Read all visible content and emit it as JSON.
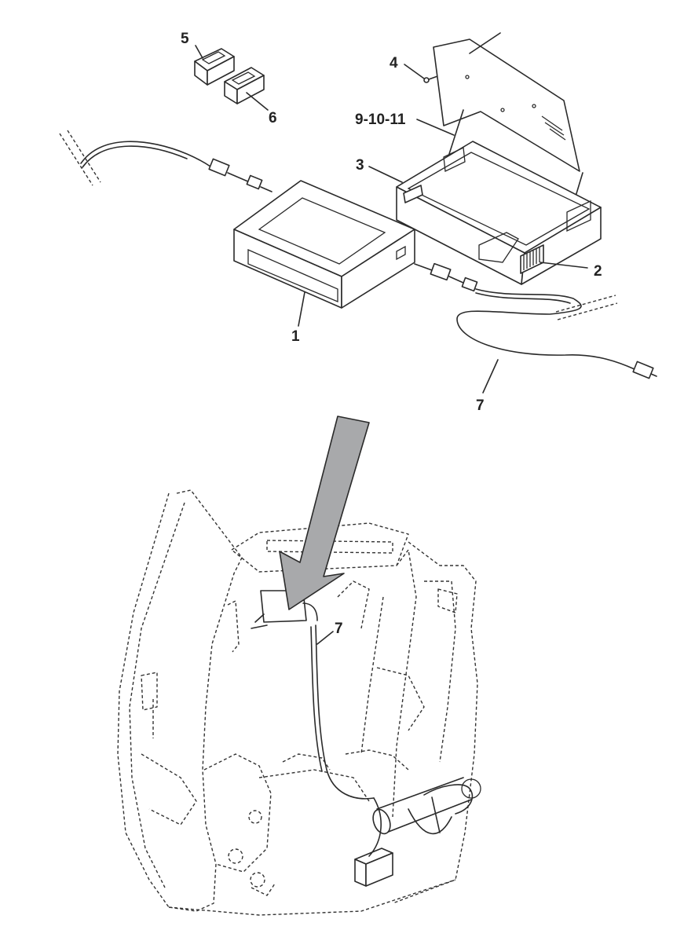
{
  "callouts": {
    "c1": "1",
    "c2": "2",
    "c3": "3",
    "c4": "4",
    "c5": "5",
    "c6": "6",
    "c7_upper": "7",
    "c9_10_11": "9-10-11",
    "c7_lower": "7"
  },
  "colors": {
    "line": "#2a2a2a",
    "arrow_fill": "#a8a9ab",
    "background": "#ffffff"
  }
}
